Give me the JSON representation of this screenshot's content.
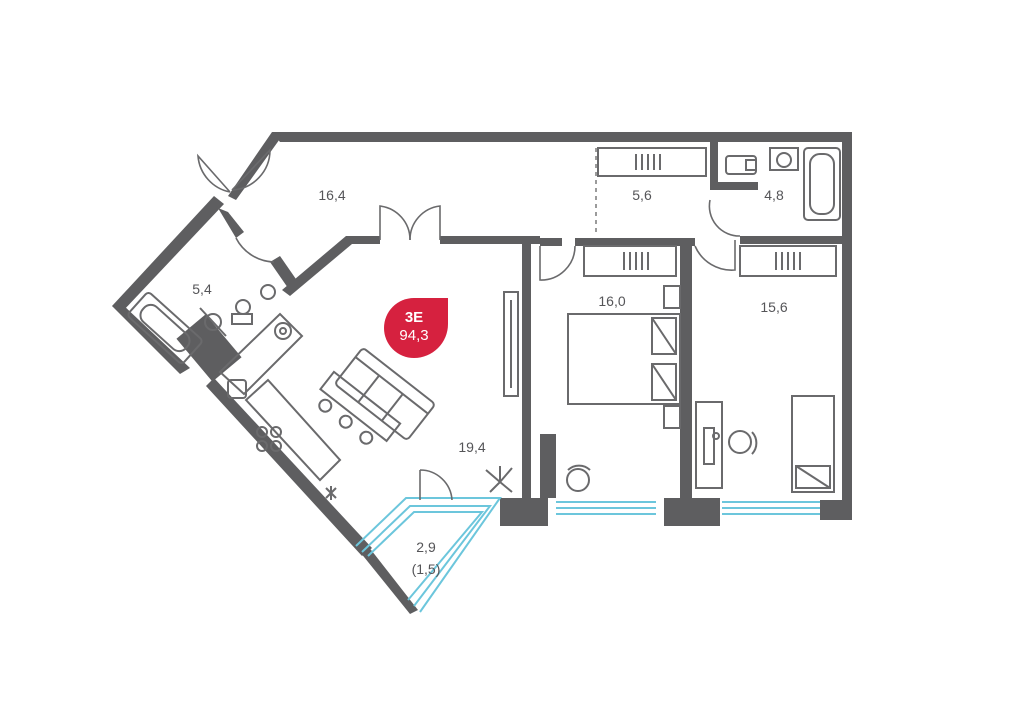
{
  "badge": {
    "code": "3E",
    "total_area": "94,3",
    "color": "#d6213f"
  },
  "rooms": [
    {
      "id": "hall",
      "label": "16,4"
    },
    {
      "id": "storage",
      "label": "5,6"
    },
    {
      "id": "bathroom-2",
      "label": "4,8"
    },
    {
      "id": "bathroom-1",
      "label": "5,4"
    },
    {
      "id": "living-kitchen",
      "label": "19,4"
    },
    {
      "id": "bedroom-1",
      "label": "16,0"
    },
    {
      "id": "bedroom-2",
      "label": "15,6"
    },
    {
      "id": "balcony",
      "label": "2,9",
      "sublabel": "(1,5)"
    }
  ],
  "colors": {
    "wall": "#5e5e60",
    "glazing": "#6cc6dc",
    "text": "#555558"
  },
  "icons": [
    "door-swing-icon",
    "sofa-icon",
    "dining-table-icon",
    "bed-icon",
    "desk-icon",
    "chair-icon",
    "bathtub-icon",
    "toilet-icon",
    "sink-icon",
    "stove-icon",
    "wardrobe-icon",
    "plant-icon"
  ]
}
